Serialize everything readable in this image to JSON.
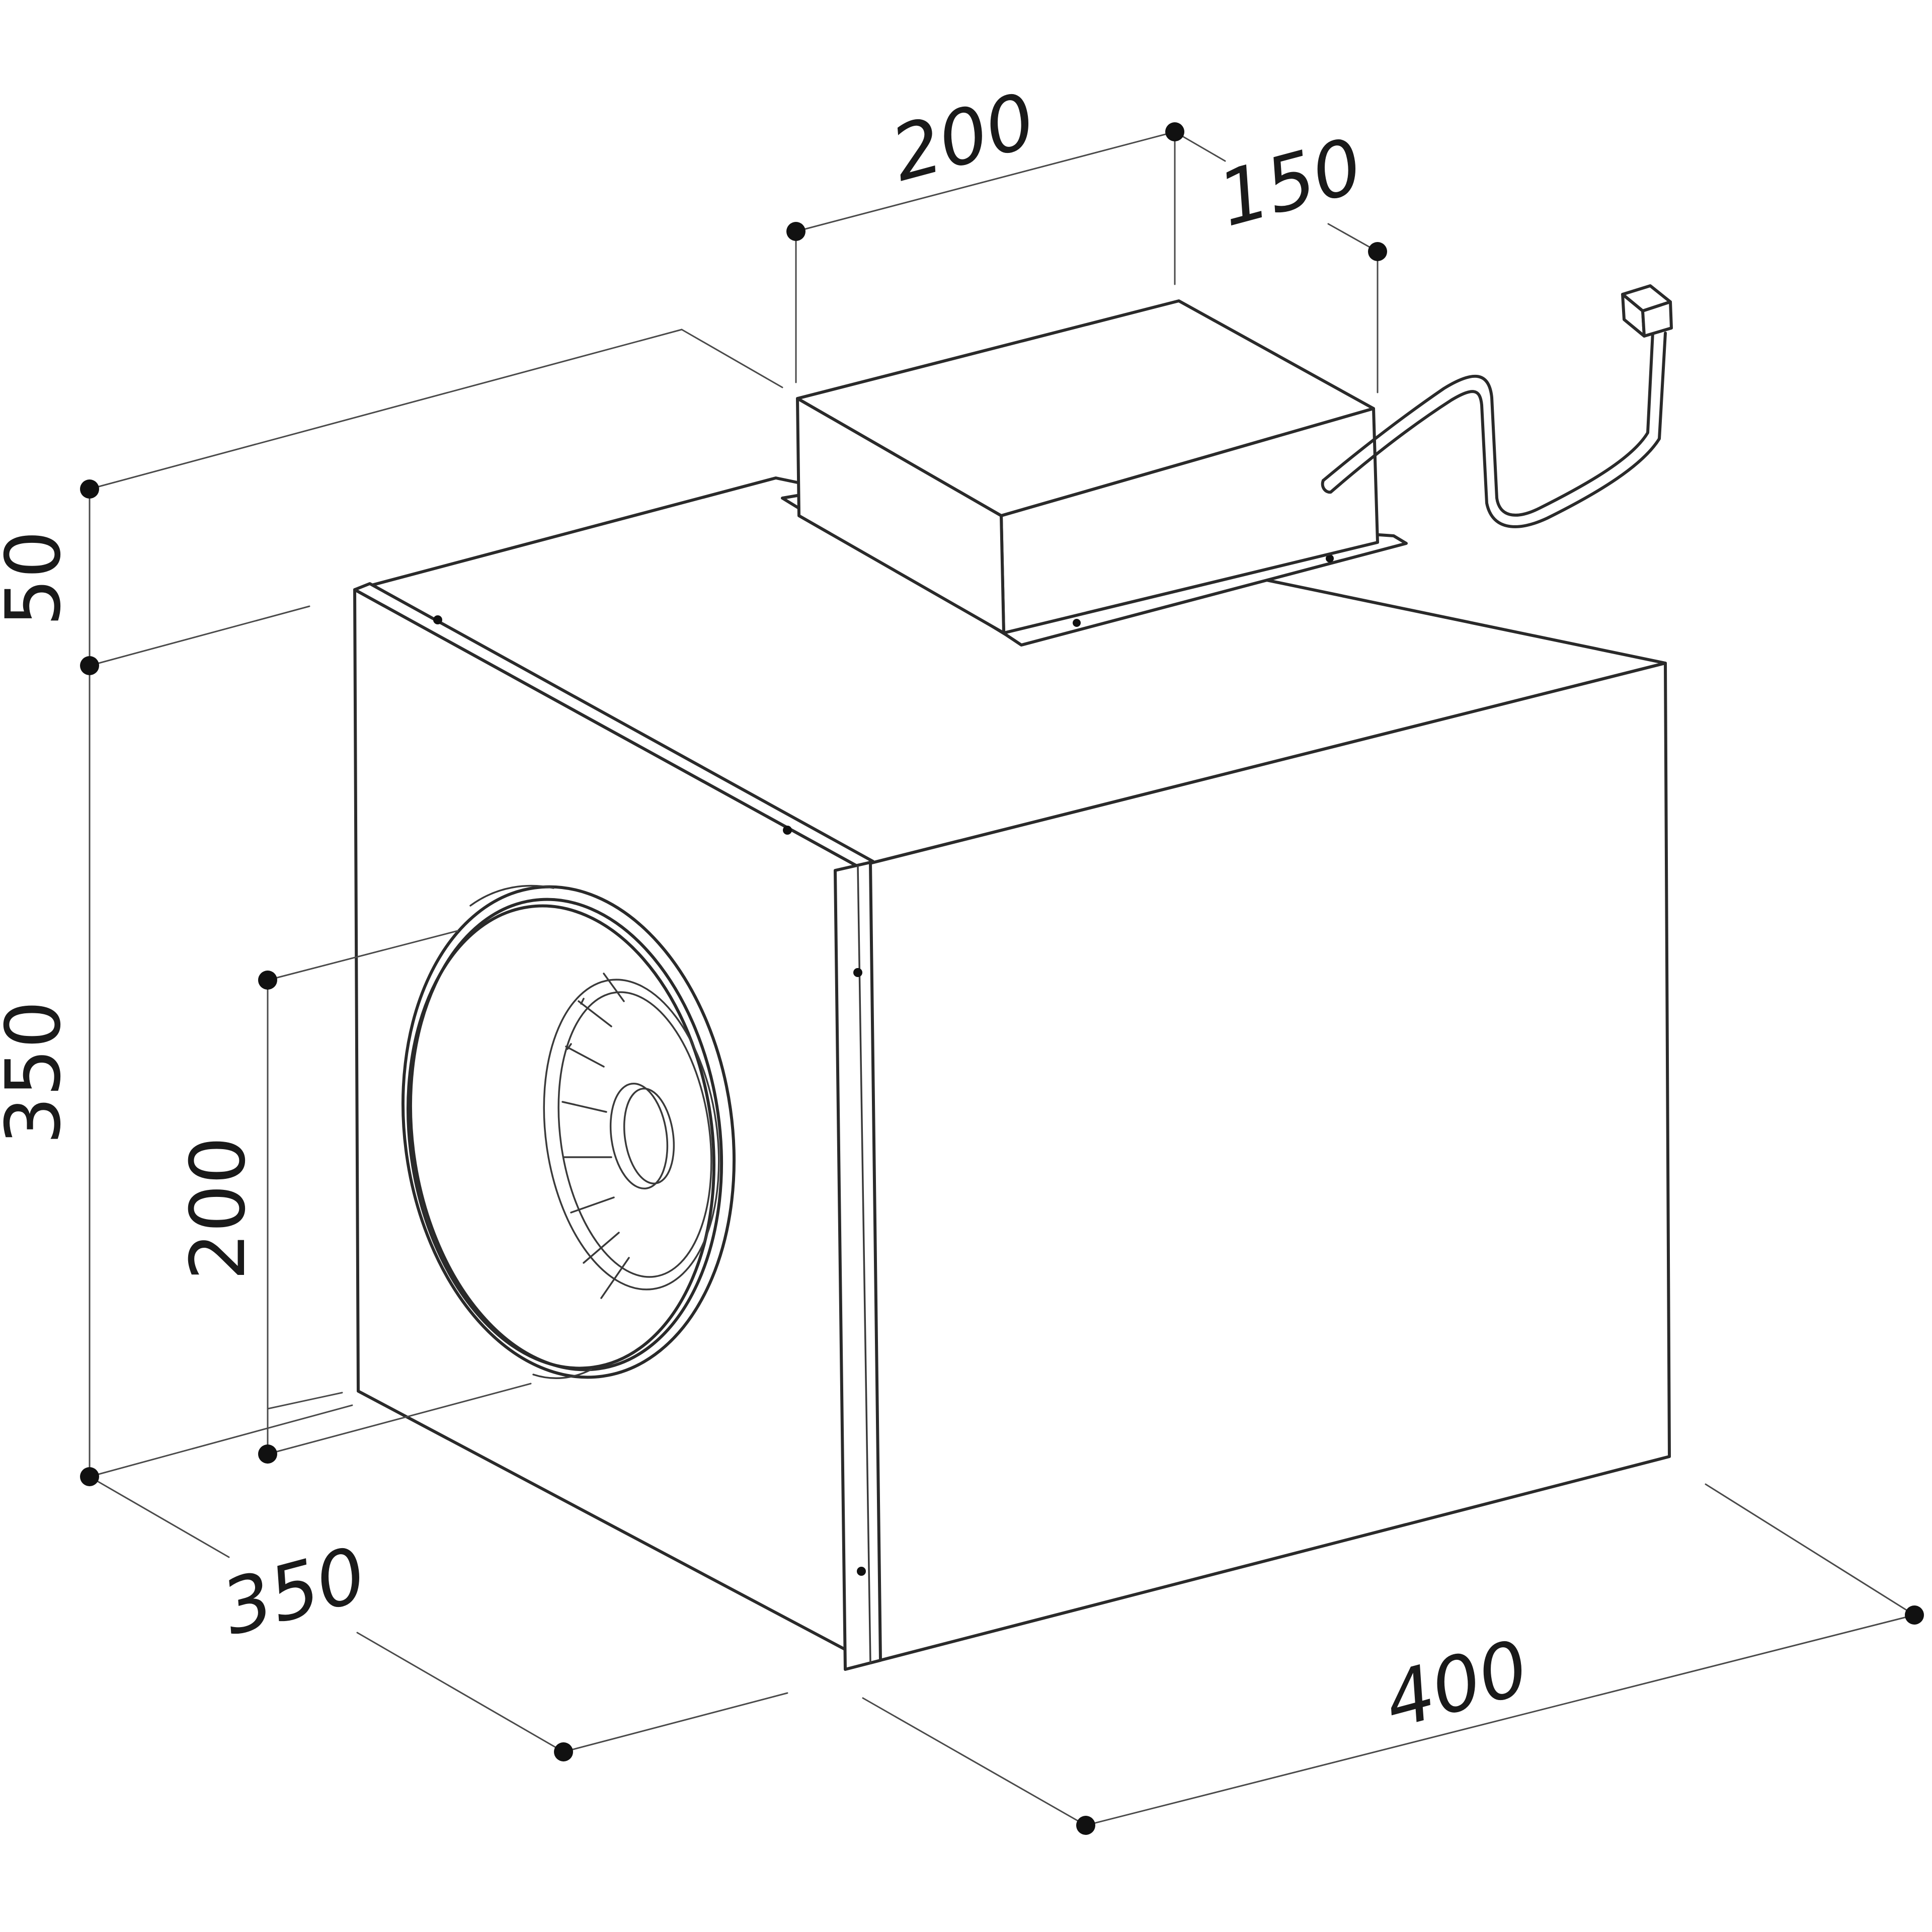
{
  "dimensions": {
    "top_width": "200",
    "top_depth": "150",
    "top_height": "50",
    "body_height": "350",
    "outlet_diameter": "200",
    "body_depth": "350",
    "body_width": "400"
  }
}
